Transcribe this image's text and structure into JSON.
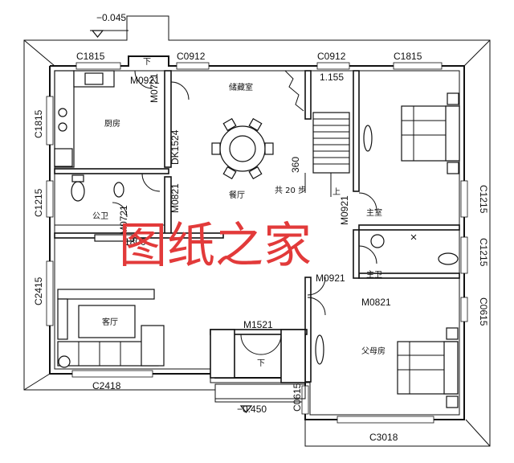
{
  "elevations": {
    "top_left": "−0.045",
    "entry": "−0.450",
    "stair_landing": "1.155"
  },
  "windows": {
    "top_left": "C1815",
    "top_mid_left": "C0912",
    "top_mid_right": "C0912",
    "top_right": "C1815",
    "left_top": "C1815",
    "left_mid": "C1215",
    "left_bottom": "C2415",
    "right_top": "C1215",
    "right_mid": "C1215",
    "right_bottom": "C0615",
    "bottom_left": "C2418",
    "bottom_mid": "C0615",
    "bottom_right": "C3018"
  },
  "doors": {
    "kitchen": "M0921",
    "kitchen_vertical": "M0721",
    "dk": "DK1524",
    "pantry": "M0821",
    "bath_public": "M0721",
    "master": "M0921",
    "master_bath_left": "M0921",
    "master_bath": "M0821",
    "main_entry": "M1521"
  },
  "rooms": {
    "kitchen": "厨房",
    "storage": "储藏室",
    "dining": "餐厅",
    "public_bath": "公卫",
    "living": "客厅",
    "master_bedroom": "主室",
    "master_bath": "主卫",
    "parents_room": "父母房"
  },
  "annotations": {
    "stairs": "共 20 步",
    "stair_height": "360",
    "up_marker": "上",
    "down_marker": "下",
    "down_marker_entry": "下",
    "corridor_dim": "1800"
  },
  "watermark": "图纸之家"
}
